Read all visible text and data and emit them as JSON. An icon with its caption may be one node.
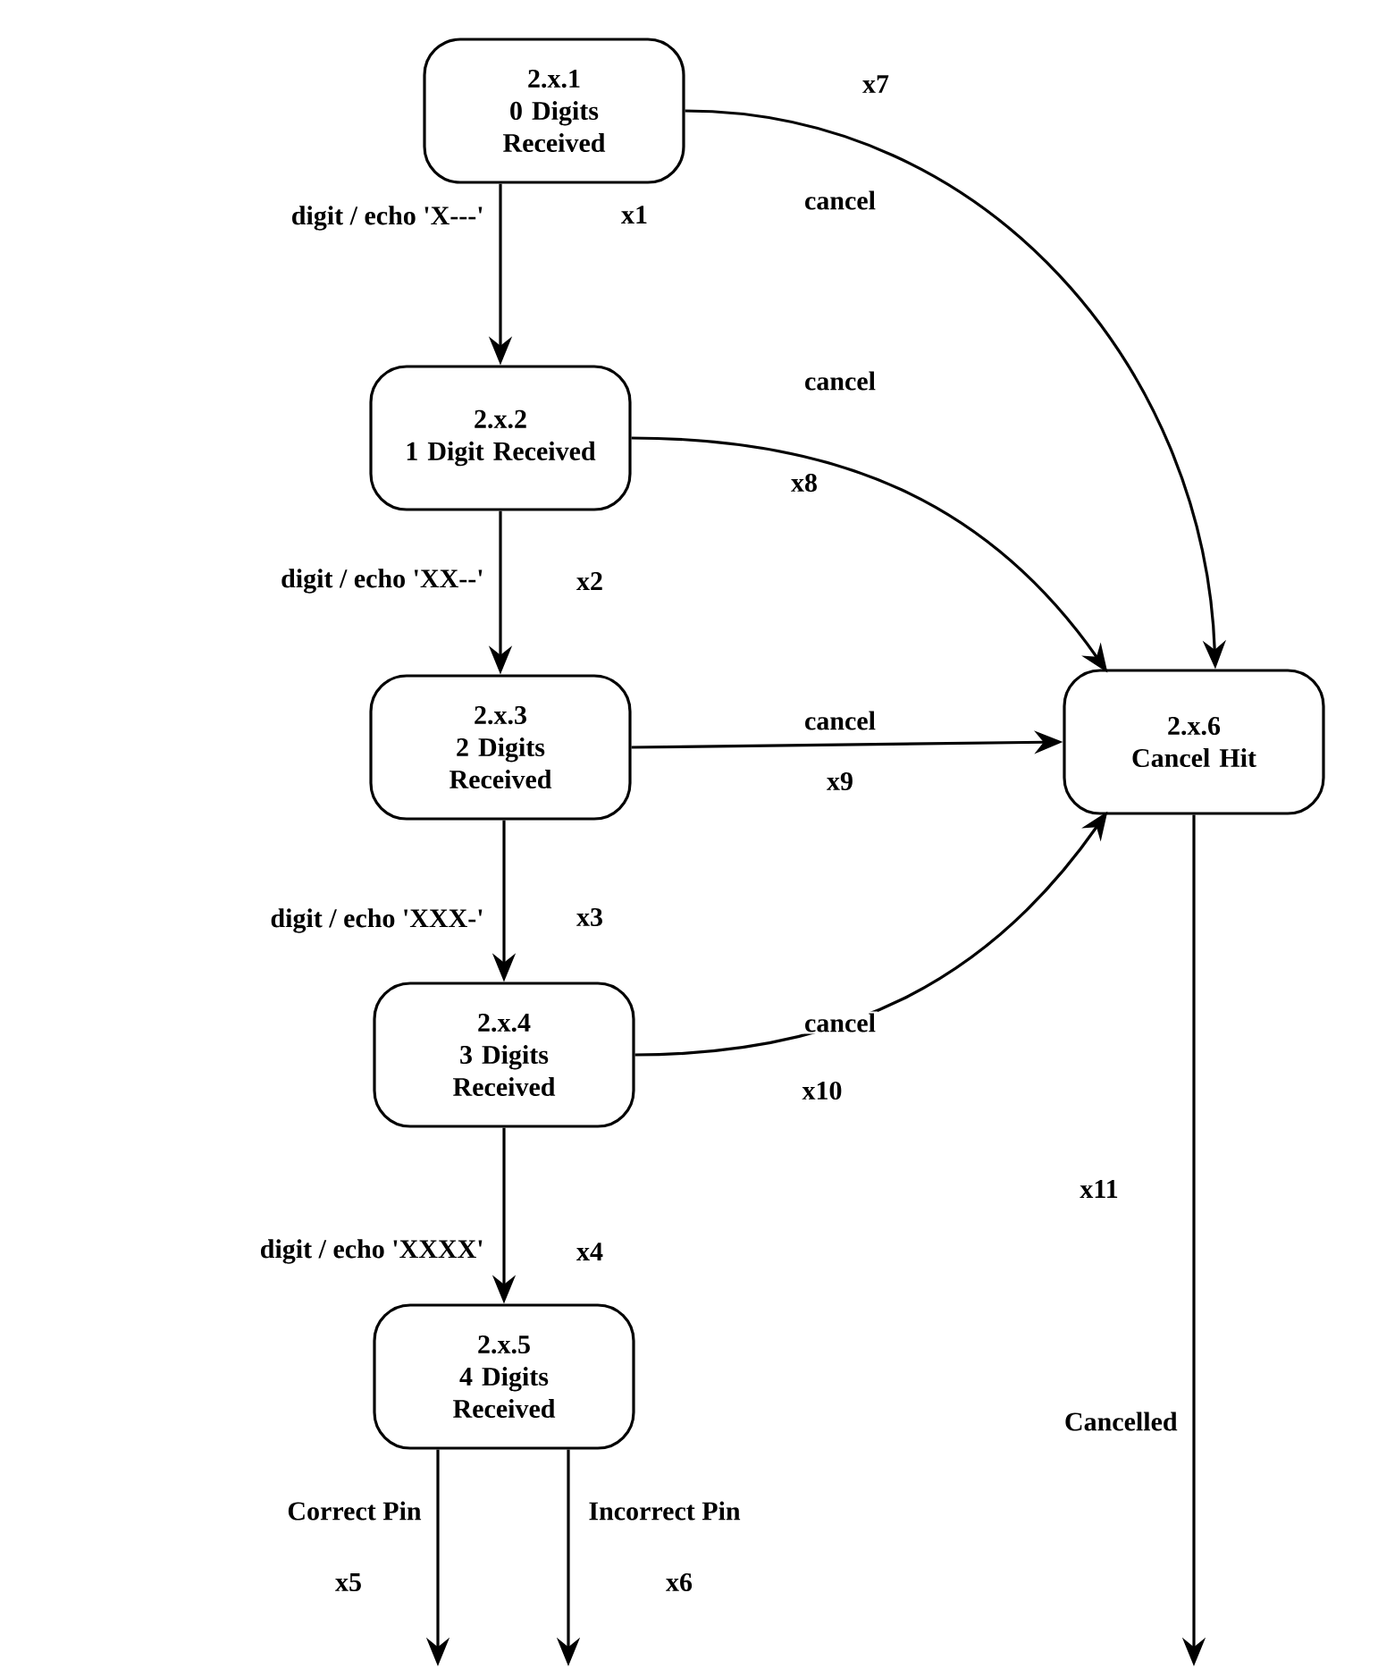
{
  "diagram": {
    "nodes": [
      {
        "text": [
          "2.x.1",
          "0 Digits Received"
        ]
      },
      {
        "text": [
          "2.x.2",
          "1 Digit Received"
        ]
      },
      {
        "text": [
          "2.x.3",
          "2 Digits Received"
        ]
      },
      {
        "text": [
          "2.x.4",
          "3 Digits Received"
        ]
      },
      {
        "text": [
          "2.x.5",
          "4 Digits Received"
        ]
      },
      {
        "text": [
          "2.x.6",
          "Cancel Hit"
        ]
      }
    ],
    "edges": [
      {
        "from": 0,
        "to": 1,
        "arrow": "to",
        "label": "digit / echo 'X---'"
      },
      {
        "from": 1,
        "to": 2,
        "arrow": "to",
        "label": "digit / echo 'XX--'"
      },
      {
        "from": 2,
        "to": 3,
        "arrow": "to",
        "label": "digit / echo 'XXX-'"
      },
      {
        "from": 3,
        "to": 4,
        "arrow": "to",
        "label": "digit / echo 'XXXX'"
      },
      {
        "from": 0,
        "to": 5,
        "arrow": "to",
        "label": "cancel"
      },
      {
        "from": 1,
        "to": 5,
        "arrow": "to",
        "label": "cancel"
      },
      {
        "from": 2,
        "to": 5,
        "arrow": "to",
        "label": "cancel"
      },
      {
        "from": 3,
        "to": 5,
        "arrow": "to",
        "label": "cancel"
      },
      {
        "from": 4,
        "to": null,
        "arrow": "to",
        "label": "Correct Pin"
      },
      {
        "from": 4,
        "to": null,
        "arrow": "to",
        "label": "Incorrect Pin"
      },
      {
        "from": 5,
        "to": null,
        "arrow": "to",
        "label": "Cancelled"
      }
    ],
    "labels": [
      "x7",
      "x1",
      "x8",
      "x2",
      "x9",
      "x3",
      "x10",
      "x11",
      "x4",
      "x5",
      "x6"
    ]
  }
}
